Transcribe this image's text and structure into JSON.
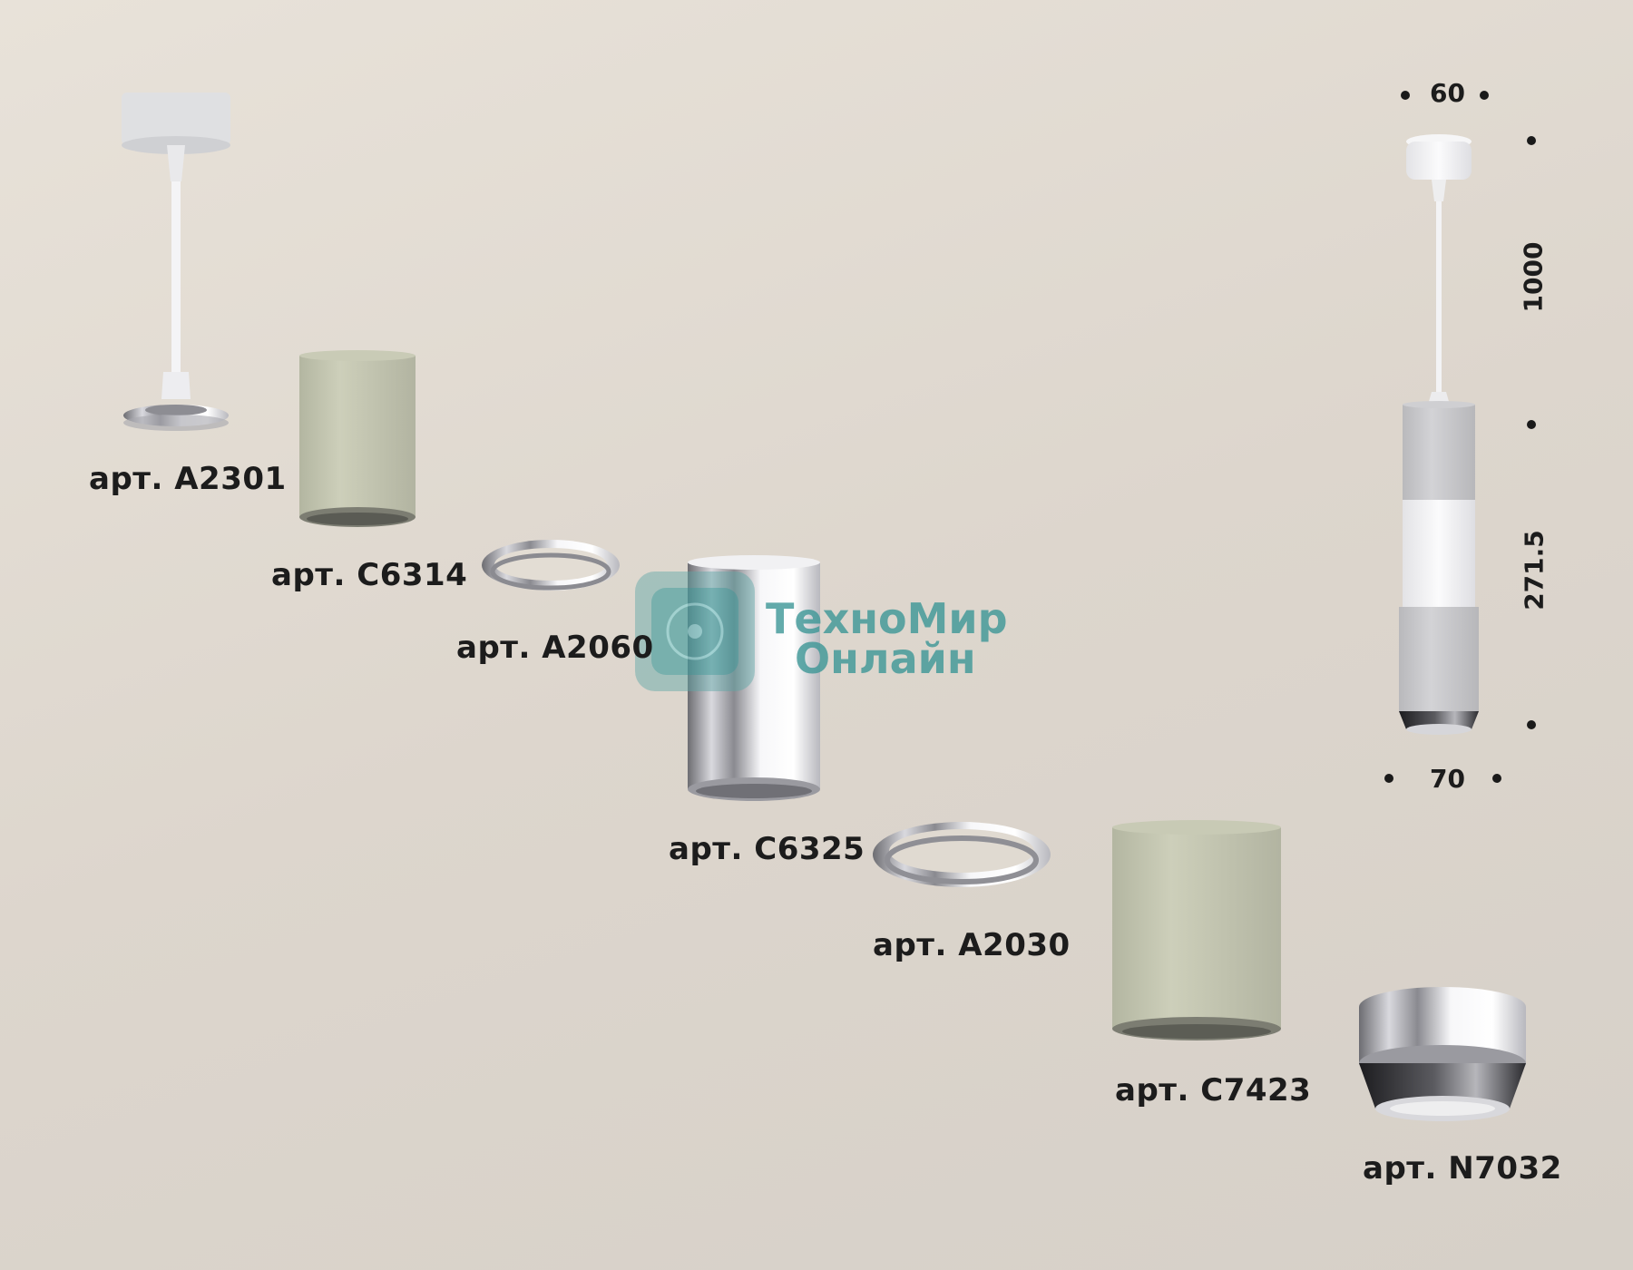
{
  "parts": [
    {
      "id": "mount",
      "label": "арт. A2301"
    },
    {
      "id": "body-sage-small",
      "label": "арт. C6314"
    },
    {
      "id": "ring-small",
      "label": "арт. A2060"
    },
    {
      "id": "body-chrome",
      "label": "арт. C6325"
    },
    {
      "id": "ring-large",
      "label": "арт. A2030"
    },
    {
      "id": "body-sage-large",
      "label": "арт. C7423"
    },
    {
      "id": "reflector",
      "label": "арт. N7032"
    }
  ],
  "dimensions": {
    "top_width": "60",
    "cable_length": "1000",
    "body_height": "271.5",
    "bottom_width": "70"
  },
  "watermark": {
    "line1": "ТехноМир",
    "line2": "Онлайн"
  },
  "colors": {
    "background": "#e0d9d0",
    "sage": "#c4c6b0",
    "chrome": "#c8c8cc",
    "white": "#f2f2f2",
    "light_gray": "#c9c9cb",
    "watermark": "#3c9696"
  }
}
